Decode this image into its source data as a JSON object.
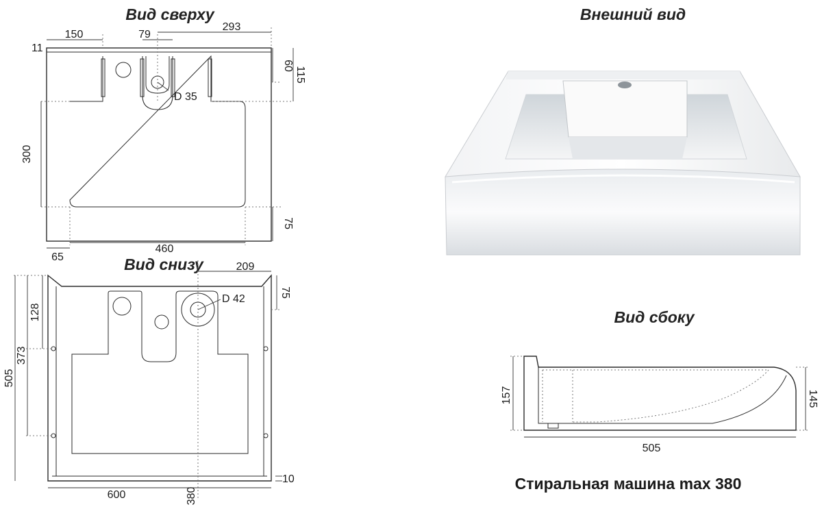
{
  "headings": {
    "top_view": "Вид сверху",
    "bottom_view": "Вид снизу",
    "external_view": "Внешний вид",
    "side_view": "Вид сбоку"
  },
  "top_view_dims": {
    "d150": "150",
    "d79": "79",
    "d293": "293",
    "d11": "11",
    "d60": "60",
    "d115": "115",
    "d300": "300",
    "d75": "75",
    "d460": "460",
    "d65": "65",
    "hole": "D 35"
  },
  "bottom_view_dims": {
    "d209": "209",
    "d75": "75",
    "d128": "128",
    "d373": "373",
    "d505": "505",
    "d600": "600",
    "d380": "380",
    "d10": "10",
    "hole": "D 42"
  },
  "side_view_dims": {
    "d157": "157",
    "d145": "145",
    "d505": "505"
  },
  "note": "Стиральная машина max 380"
}
